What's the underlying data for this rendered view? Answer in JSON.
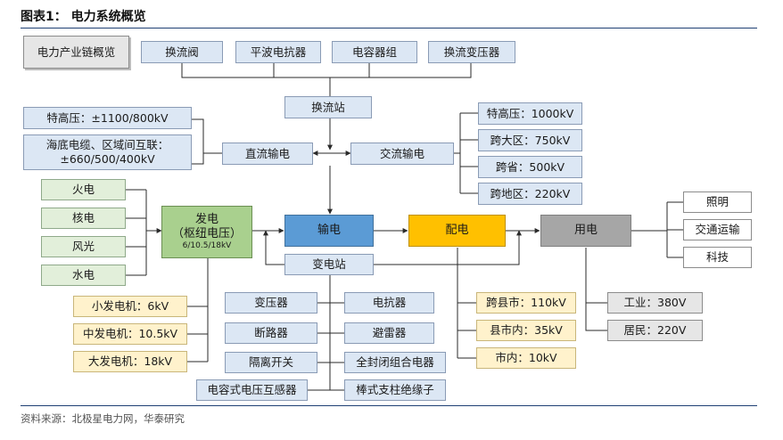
{
  "header": {
    "title": "图表1： 电力系统概览"
  },
  "footer": {
    "source": "资料来源：北极星电力网，华泰研究"
  },
  "overview_label": "电力产业链概览",
  "converter_components": [
    "换流阀",
    "平波电抗器",
    "电容器组",
    "换流变压器"
  ],
  "converter_station": "换流站",
  "dc_transmission": {
    "label": "直流输电",
    "voltages": [
      "特高压：±1100/800kV",
      "海底电缆、区域间互联：\n±660/500/400kV"
    ]
  },
  "ac_transmission": {
    "label": "交流输电",
    "voltages": [
      "特高压：1000kV",
      "跨大区：750kV",
      "跨省：500kV",
      "跨地区：220kV"
    ]
  },
  "generation": {
    "label": "发电",
    "sub": "（枢纽电压）",
    "note": "6/10.5/18kV",
    "sources": [
      "火电",
      "核电",
      "风光",
      "水电"
    ],
    "generators": [
      "小发电机：6kV",
      "中发电机：10.5kV",
      "大发电机：18kV"
    ]
  },
  "transmission": "输电",
  "distribution": {
    "label": "配电",
    "voltages": [
      "跨县市：110kV",
      "县市内：35kV",
      "市内：10kV"
    ]
  },
  "consumption": {
    "label": "用电",
    "uses": [
      "照明",
      "交通运输",
      "科技"
    ],
    "voltages": [
      "工业：380V",
      "居民：220V"
    ]
  },
  "substation": {
    "label": "变电站",
    "equipment_left": [
      "变压器",
      "断路器",
      "隔离开关",
      "电容式电压互感器"
    ],
    "equipment_right": [
      "电抗器",
      "避雷器",
      "全封闭组合电器",
      "棒式支柱绝缘子"
    ]
  },
  "colors": {
    "light_blue": "#dce7f4",
    "transmission_blue": "#5b9bd5",
    "distribution_orange": "#ffc000",
    "consumption_gray": "#a6a6a6",
    "generation_green": "#a9d08e",
    "source_green": "#e2efda",
    "generator_yellow": "#fff2cc",
    "rule_navy": "#1f3f73"
  }
}
